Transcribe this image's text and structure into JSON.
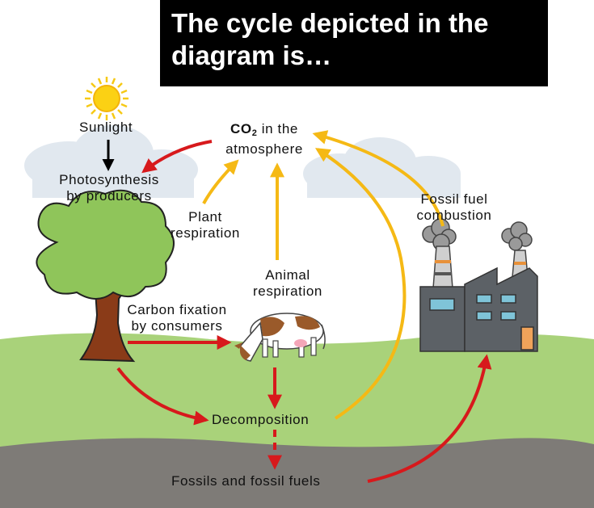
{
  "title": "The cycle depicted in the diagram is…",
  "labels": {
    "sunlight": "Sunlight",
    "photosynthesis": [
      "Photosynthesis",
      "by producers"
    ],
    "co2_prefix": "CO",
    "co2_subscript": "2",
    "co2_rest": "in the",
    "co2_line2": "atmosphere",
    "plant_respiration": [
      "Plant",
      "respiration"
    ],
    "animal_respiration": [
      "Animal",
      "respiration"
    ],
    "carbon_fixation": [
      "Carbon fixation",
      "by consumers"
    ],
    "fossil_fuel_combustion": [
      "Fossil fuel",
      "combustion"
    ],
    "decomposition": "Decomposition",
    "fossils": "Fossils and fossil fuels"
  },
  "colors": {
    "arrow_red": "#d7191c",
    "arrow_yellow": "#f5b915",
    "ground": "#7e7b77",
    "grass": "#a9d27a",
    "sky_cloud": "#e1e8ef",
    "tree_leaves": "#8fc55a",
    "tree_trunk": "#8a3b18"
  },
  "icons": [
    "sun-icon",
    "tree-icon",
    "cow-icon",
    "factory-icon",
    "cloud-icon"
  ]
}
